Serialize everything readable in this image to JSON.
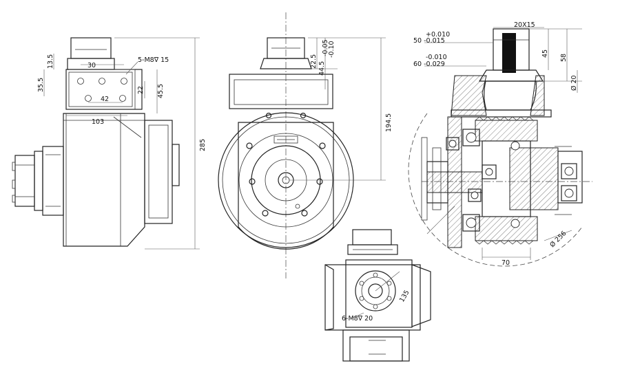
{
  "views": {
    "side": {
      "dims": {
        "d285": "285",
        "d13_5": "13.5",
        "d35_5": "35.5",
        "d30": "30",
        "d42": "42",
        "d22": "22",
        "d45_5": "45.5",
        "d103": "103",
        "bolt_note": "5-M8∇ 15"
      }
    },
    "front": {
      "dims": {
        "d22_5": "22.5",
        "d44_5": "44.5",
        "tol_top": "-0.05",
        "tol_bot": "-0.10",
        "d194_5": "194.5"
      }
    },
    "section": {
      "dims": {
        "fit50_tol_top": "+0.010",
        "fit50": "50 -0.015",
        "fit60_tol_top": "-0.010",
        "fit60": "60 -0.029",
        "key": "20X15",
        "d45": "45",
        "d58": "58",
        "d20": "Ø 20",
        "d256": "Ø 256",
        "d70": "70"
      }
    },
    "bottom": {
      "dims": {
        "bolt_note": "6-M8∇ 20",
        "d135": "135"
      }
    }
  }
}
